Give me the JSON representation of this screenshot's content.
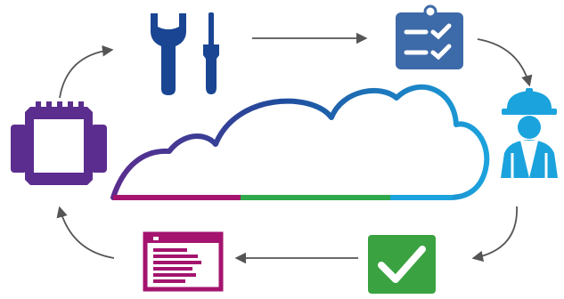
{
  "diagram": {
    "colors": {
      "purple": "#5b2d8e",
      "magenta": "#a4146e",
      "green": "#2ea84b",
      "cyan": "#1ba3dd",
      "navy": "#1f4c9c",
      "blue_dark": "#1a4593",
      "slate": "#3d6aa8",
      "arrow": "#555555",
      "check_bg": "#3aa241"
    },
    "cycle": [
      {
        "id": "tools",
        "icon": "wrench-screwdriver-icon"
      },
      {
        "id": "checklist",
        "icon": "clipboard-checklist-icon"
      },
      {
        "id": "technician",
        "icon": "worker-hardhat-icon"
      },
      {
        "id": "approval",
        "icon": "checkmark-icon"
      },
      {
        "id": "report",
        "icon": "report-document-icon"
      },
      {
        "id": "device",
        "icon": "test-device-icon"
      }
    ],
    "center": {
      "icon": "cloud-icon"
    }
  }
}
